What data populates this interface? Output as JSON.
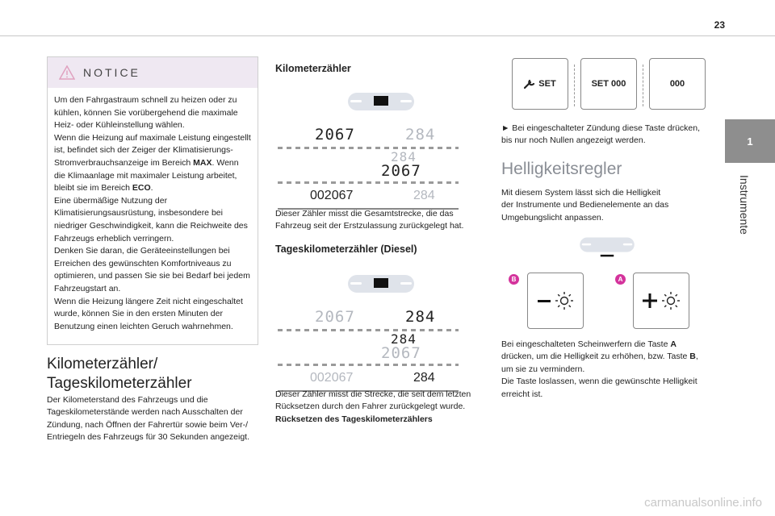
{
  "page": {
    "number": "23"
  },
  "side_tab": {
    "chapter": "1",
    "title": "Instrumente"
  },
  "notice": {
    "label": "NOTICE",
    "lines": [
      "Um den Fahrgastraum schnell zu heizen oder zu",
      "kühlen, können Sie vorübergehend die maximale",
      "Heiz- oder Kühleinstellung wählen.",
      "Wenn die Heizung auf maximale Leistung eingestellt",
      "ist, befindet sich der Zeiger der Klimatisierungs-",
      "Stromverbrauchsanzeige im Bereich ",
      "die Klimaanlage mit maximaler Leistung arbeitet,",
      "bleibt sie im Bereich ",
      "Eine übermäßige Nutzung der",
      "Klimatisierungsausrüstung, insbesondere bei",
      "niedriger Geschwindigkeit, kann die Reichweite des",
      "Fahrzeugs erheblich verringern.",
      "Denken Sie daran, die Geräteeinstellungen bei",
      "Erreichen des gewünschten Komfortniveaus zu",
      "optimieren, und passen Sie sie bei Bedarf bei jedem",
      "Fahrzeugstart an.",
      "Wenn die Heizung längere Zeit nicht eingeschaltet",
      "wurde, können Sie in den ersten Minuten der",
      "Benutzung einen leichten Geruch wahrnehmen."
    ],
    "max": "MAX",
    "max_after": ". Wenn",
    "eco": "ECO",
    "eco_after": "."
  },
  "col1": {
    "heading_1": "Kilometerzähler/",
    "heading_2": "Tageskilometerzähler",
    "para": [
      "Der Kilometerstand des Fahrzeugs und die",
      "Tageskilometerstände werden nach Ausschalten der",
      "Zündung, nach Öffnen der Fahrertür sowie beim Ver-/",
      "Entriegeln des Fahrzeugs für 30 Sekunden angezeigt."
    ]
  },
  "col2": {
    "heading_odo": "Kilometerzähler",
    "odo_text": [
      "Dieser Zähler misst die Gesamtstrecke, die das",
      "Fahrzeug seit der Erstzulassung zurückgelegt hat."
    ],
    "heading_trip": "Tageskilometerzähler (Diesel)",
    "trip_text": [
      "Dieser Zähler misst die Strecke, die seit dem letzten",
      "Rücksetzen durch den Fahrer zurückgelegt wurde."
    ],
    "trip_reset": "Rücksetzen des Tageskilometerzählers",
    "odo_total": "2067",
    "odo_trip": "284",
    "odo_total_long": "002067"
  },
  "col3": {
    "buttons": [
      "SET",
      "SET 000",
      "000"
    ],
    "reset_text": [
      "►  Bei eingeschalteter Zündung diese Taste drücken,",
      "bis nur noch Nullen angezeigt werden."
    ],
    "heading": "Helligkeitsregler",
    "intro": [
      "Mit diesem System lässt sich die Helligkeit",
      "der Instrumente und Bedienelemente an das",
      "Umgebungslicht anpassen."
    ],
    "badge_b": "B",
    "badge_a": "A",
    "instr_1": "Bei eingeschalteten Scheinwerfern die Taste ",
    "instr_1_a": "A",
    "instr_2": "drücken, um die Helligkeit zu erhöhen, bzw. Taste ",
    "instr_2_b": "B",
    "instr_2_end": ",",
    "instr_3": "um sie zu vermindern.",
    "instr_4": "Die Taste loslassen, wenn die gewünschte Helligkeit",
    "instr_5": "erreicht ist."
  },
  "footer": {
    "watermark": "carmanualsonline.info"
  }
}
